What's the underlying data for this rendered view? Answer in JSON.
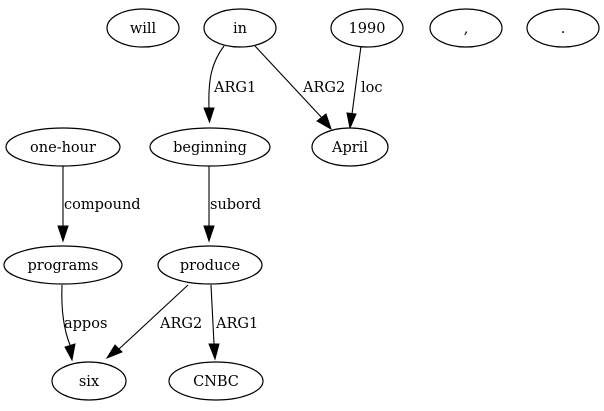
{
  "nodes": [
    {
      "id": "will",
      "label": "will"
    },
    {
      "id": "in",
      "label": "in"
    },
    {
      "id": "1990",
      "label": "1990"
    },
    {
      "id": "comma",
      "label": ","
    },
    {
      "id": "period",
      "label": "."
    },
    {
      "id": "one-hour",
      "label": "one-hour"
    },
    {
      "id": "beginning",
      "label": "beginning"
    },
    {
      "id": "April",
      "label": "April"
    },
    {
      "id": "programs",
      "label": "programs"
    },
    {
      "id": "produce",
      "label": "produce"
    },
    {
      "id": "six",
      "label": "six"
    },
    {
      "id": "CNBC",
      "label": "CNBC"
    }
  ],
  "edges": [
    {
      "from": "in",
      "to": "beginning",
      "label": "ARG1"
    },
    {
      "from": "in",
      "to": "April",
      "label": "ARG2"
    },
    {
      "from": "1990",
      "to": "April",
      "label": "loc"
    },
    {
      "from": "one-hour",
      "to": "programs",
      "label": "compound"
    },
    {
      "from": "beginning",
      "to": "produce",
      "label": "subord"
    },
    {
      "from": "programs",
      "to": "six",
      "label": "appos"
    },
    {
      "from": "produce",
      "to": "six",
      "label": "ARG2"
    },
    {
      "from": "produce",
      "to": "CNBC",
      "label": "ARG1"
    }
  ]
}
